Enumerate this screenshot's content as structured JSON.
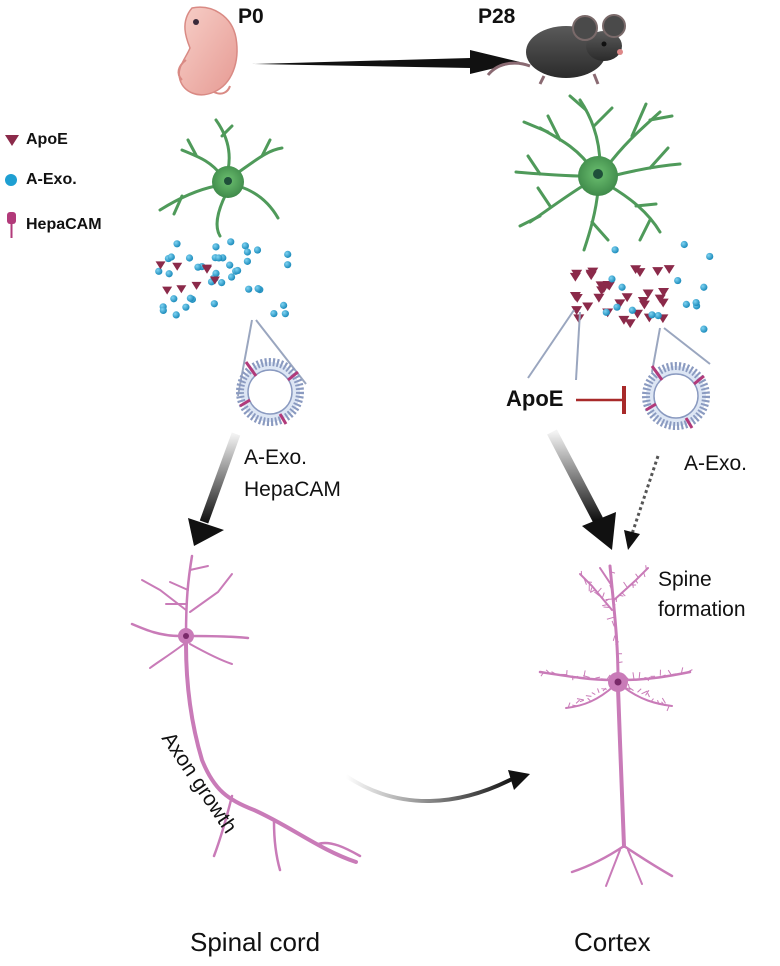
{
  "ages": {
    "left": "P0",
    "right": "P28"
  },
  "legend": [
    {
      "label": "ApoE",
      "icon": "apoe-triangle-icon",
      "color": "#8b2a4a"
    },
    {
      "label": "A-Exo.",
      "icon": "exosome-dot-icon",
      "color": "#1e9fd2"
    },
    {
      "label": "HepaCAM",
      "icon": "hepacam-receptor-icon",
      "color": "#b23a7a"
    }
  ],
  "left_path": {
    "line1": "A-Exo.",
    "line2": "HepaCAM",
    "axon": "Axon growth",
    "region": "Spinal cord"
  },
  "right_path": {
    "inhibitor": "ApoE",
    "exo": "A-Exo.",
    "spine1": "Spine",
    "spine2": "formation",
    "region": "Cortex"
  },
  "colors": {
    "astrocyte": "#4f9a5a",
    "neuron": "#c97bb8",
    "apoe": "#8b2a4a",
    "exosome": "#1e9fd2",
    "arrow": "#111111",
    "inhibit": "#a82a2a",
    "pup": "#f2b6b0",
    "mouse": "#3a3a3a"
  }
}
